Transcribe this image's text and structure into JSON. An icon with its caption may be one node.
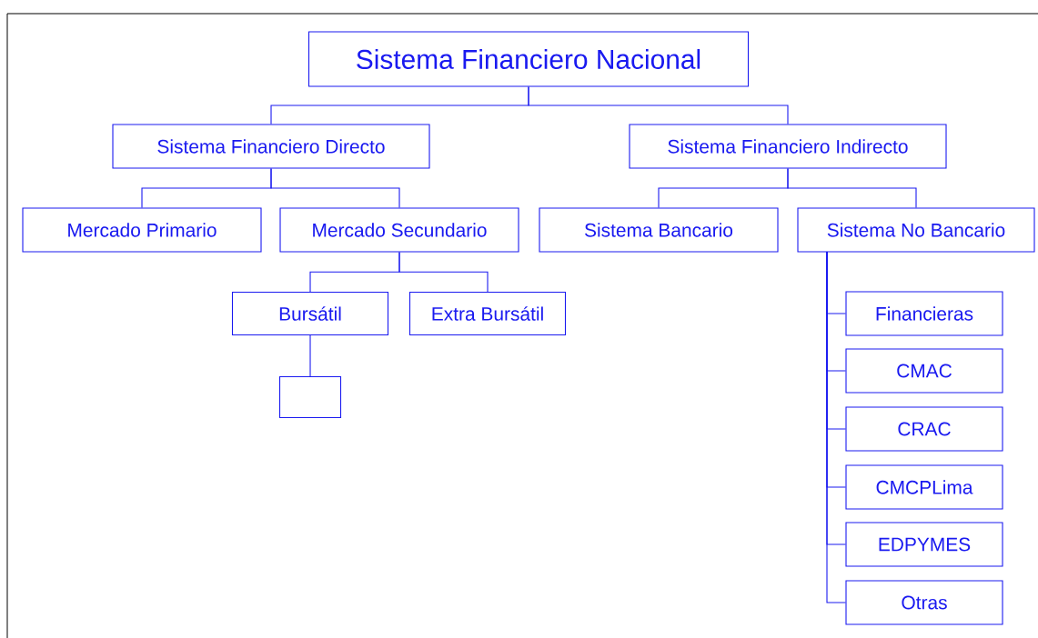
{
  "diagram": {
    "nodes": [
      {
        "text": [
          "Sistema Financiero Nacional"
        ]
      },
      {
        "text": [
          "Sistema Financiero Directo"
        ]
      },
      {
        "text": [
          "Sistema Financiero Indirecto"
        ]
      },
      {
        "text": [
          "Mercado Primario"
        ]
      },
      {
        "text": [
          "Mercado Secundario"
        ]
      },
      {
        "text": [
          "Sistema Bancario"
        ]
      },
      {
        "text": [
          "Sistema No Bancario"
        ]
      },
      {
        "text": [
          "Bursátil"
        ]
      },
      {
        "text": [
          "Extra Bursátil"
        ]
      },
      {
        "text": [],
        "shape": "box"
      },
      {
        "text": [
          "Financieras"
        ]
      },
      {
        "text": [
          "CMAC"
        ]
      },
      {
        "text": [
          "CRAC"
        ]
      },
      {
        "text": [
          "CMCPLima"
        ]
      },
      {
        "text": [
          "EDPYMES"
        ]
      },
      {
        "text": [
          "Otras"
        ]
      }
    ],
    "edges": [
      {
        "from": 0,
        "to": 1,
        "arrow": "none"
      },
      {
        "from": 0,
        "to": 2,
        "arrow": "none"
      },
      {
        "from": 1,
        "to": 3,
        "arrow": "none"
      },
      {
        "from": 1,
        "to": 4,
        "arrow": "none"
      },
      {
        "from": 2,
        "to": 5,
        "arrow": "none"
      },
      {
        "from": 2,
        "to": 6,
        "arrow": "none"
      },
      {
        "from": 4,
        "to": 7,
        "arrow": "none"
      },
      {
        "from": 4,
        "to": 8,
        "arrow": "none"
      },
      {
        "from": 7,
        "to": 9,
        "arrow": "none"
      },
      {
        "from": 6,
        "to": 10,
        "arrow": "none"
      },
      {
        "from": 6,
        "to": 11,
        "arrow": "none"
      },
      {
        "from": 6,
        "to": 12,
        "arrow": "none"
      },
      {
        "from": 6,
        "to": 13,
        "arrow": "none"
      },
      {
        "from": 6,
        "to": 14,
        "arrow": "none"
      },
      {
        "from": 6,
        "to": 15,
        "arrow": "none"
      }
    ]
  }
}
